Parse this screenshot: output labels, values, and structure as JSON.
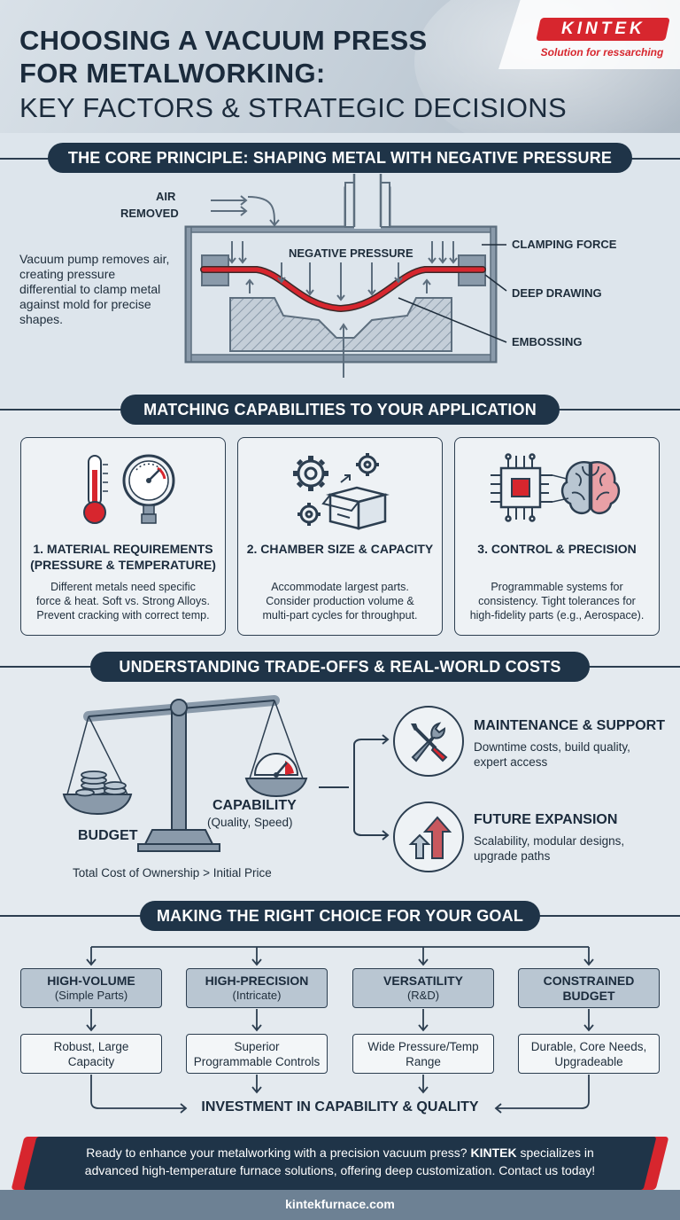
{
  "brand": {
    "logo": "KINTEK",
    "tagline": "Solution for ressarching"
  },
  "title": {
    "line1": "CHOOSING A VACUUM PRESS",
    "line2": "FOR METALWORKING:",
    "line3": "KEY FACTORS & STRATEGIC DECISIONS"
  },
  "core": {
    "heading": "THE CORE PRINCIPLE: SHAPING METAL WITH NEGATIVE PRESSURE",
    "description": "Vacuum pump removes air, creating pressure differential to clamp metal against mold for precise shapes.",
    "labels": {
      "air_removed_1": "AIR",
      "air_removed_2": "REMOVED",
      "negative_pressure": "NEGATIVE PRESSURE",
      "clamping_force": "CLAMPING FORCE",
      "deep_drawing": "DEEP DRAWING",
      "embossing": "EMBOSSING"
    },
    "colors": {
      "metal_sheet": "#d7262e",
      "steel": "#8a9aaa"
    }
  },
  "capabilities": {
    "heading": "MATCHING CAPABILITIES TO YOUR APPLICATION",
    "cards": [
      {
        "title_1": "1. MATERIAL REQUIREMENTS",
        "title_2": "(PRESSURE & TEMPERATURE)",
        "body_1": "Different metals need specific",
        "body_2": "force & heat. Soft vs. Strong Alloys.",
        "body_3": "Prevent cracking with correct temp.",
        "icon": "thermometer-gauge-icon"
      },
      {
        "title_1": "2. CHAMBER SIZE & CAPACITY",
        "body_1": "Accommodate largest parts.",
        "body_2": "Consider production volume &",
        "body_3": "multi-part cycles for throughput.",
        "icon": "gears-box-icon"
      },
      {
        "title_1": "3. CONTROL & PRECISION",
        "body_1": "Programmable systems for",
        "body_2": "consistency. Tight tolerances for",
        "body_3": "high-fidelity parts (e.g., Aerospace).",
        "icon": "chip-brain-icon"
      }
    ]
  },
  "tradeoffs": {
    "heading": "UNDERSTANDING TRADE-OFFS & REAL-WORLD COSTS",
    "budget_label": "BUDGET",
    "capability_label": "CAPABILITY",
    "capability_sub": "(Quality, Speed)",
    "tco": "Total Cost of Ownership > Initial Price",
    "items": [
      {
        "title": "MAINTENANCE & SUPPORT",
        "body_1": "Downtime costs, build quality,",
        "body_2": "expert access",
        "icon": "wrench-screwdriver-icon"
      },
      {
        "title": "FUTURE EXPANSION",
        "body_1": "Scalability, modular designs,",
        "body_2": "upgrade paths",
        "icon": "growth-arrows-icon"
      }
    ]
  },
  "choice": {
    "heading": "MAKING THE RIGHT CHOICE FOR YOUR GOAL",
    "goals": [
      {
        "title": "HIGH-VOLUME",
        "sub": "(Simple Parts)",
        "result_1": "Robust, Large",
        "result_2": "Capacity"
      },
      {
        "title": "HIGH-PRECISION",
        "sub": "(Intricate)",
        "result_1": "Superior",
        "result_2": "Programmable Controls"
      },
      {
        "title": "VERSATILITY",
        "sub": "(R&D)",
        "result_1": "Wide Pressure/Temp",
        "result_2": "Range"
      },
      {
        "title": "CONSTRAINED",
        "sub": "BUDGET",
        "result_1": "Durable, Core Needs,",
        "result_2": "Upgradeable"
      }
    ],
    "outcome": "INVESTMENT IN CAPABILITY & QUALITY"
  },
  "cta": {
    "part1": "Ready to enhance your metalworking with a precision vacuum press? ",
    "brand": "KINTEK",
    "part2": " specializes in",
    "line2": "advanced high-temperature furnace solutions, offering deep customization. Contact us today!",
    "url": "kintekfurnace.com"
  }
}
